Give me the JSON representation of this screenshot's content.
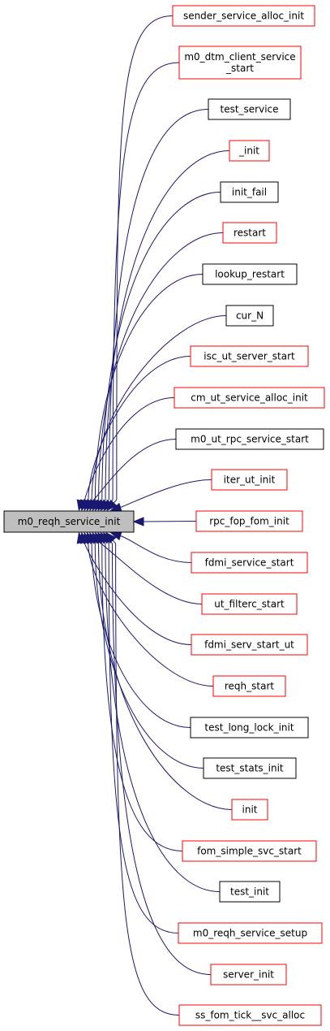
{
  "root": {
    "label": "m0_reqh_service_init"
  },
  "colors": {
    "edge": "#191970",
    "red_border": "#ff0000",
    "black_border": "#000000",
    "root_fill": "#bfbfbf"
  },
  "callers": [
    {
      "lines": [
        "sender_service_alloc_init"
      ],
      "border": "red"
    },
    {
      "lines": [
        "m0_dtm_client_service",
        "_start"
      ],
      "border": "red"
    },
    {
      "lines": [
        "test_service"
      ],
      "border": "black"
    },
    {
      "lines": [
        "_init"
      ],
      "border": "red"
    },
    {
      "lines": [
        "init_fail"
      ],
      "border": "black"
    },
    {
      "lines": [
        "restart"
      ],
      "border": "red"
    },
    {
      "lines": [
        "lookup_restart"
      ],
      "border": "black"
    },
    {
      "lines": [
        "cur_N"
      ],
      "border": "black"
    },
    {
      "lines": [
        "isc_ut_server_start"
      ],
      "border": "red"
    },
    {
      "lines": [
        "cm_ut_service_alloc_init"
      ],
      "border": "red"
    },
    {
      "lines": [
        "m0_ut_rpc_service_start"
      ],
      "border": "black"
    },
    {
      "lines": [
        "iter_ut_init"
      ],
      "border": "red"
    },
    {
      "lines": [
        "rpc_fop_fom_init"
      ],
      "border": "red"
    },
    {
      "lines": [
        "fdmi_service_start"
      ],
      "border": "red"
    },
    {
      "lines": [
        "ut_filterc_start"
      ],
      "border": "red"
    },
    {
      "lines": [
        "fdmi_serv_start_ut"
      ],
      "border": "red"
    },
    {
      "lines": [
        "reqh_start"
      ],
      "border": "red"
    },
    {
      "lines": [
        "test_long_lock_init"
      ],
      "border": "black"
    },
    {
      "lines": [
        "test_stats_init"
      ],
      "border": "black"
    },
    {
      "lines": [
        "init"
      ],
      "border": "red"
    },
    {
      "lines": [
        "fom_simple_svc_start"
      ],
      "border": "red"
    },
    {
      "lines": [
        "test_init"
      ],
      "border": "black"
    },
    {
      "lines": [
        "m0_reqh_service_setup"
      ],
      "border": "red"
    },
    {
      "lines": [
        "server_init"
      ],
      "border": "red"
    },
    {
      "lines": [
        "ss_fom_tick__svc_alloc"
      ],
      "border": "red"
    }
  ]
}
